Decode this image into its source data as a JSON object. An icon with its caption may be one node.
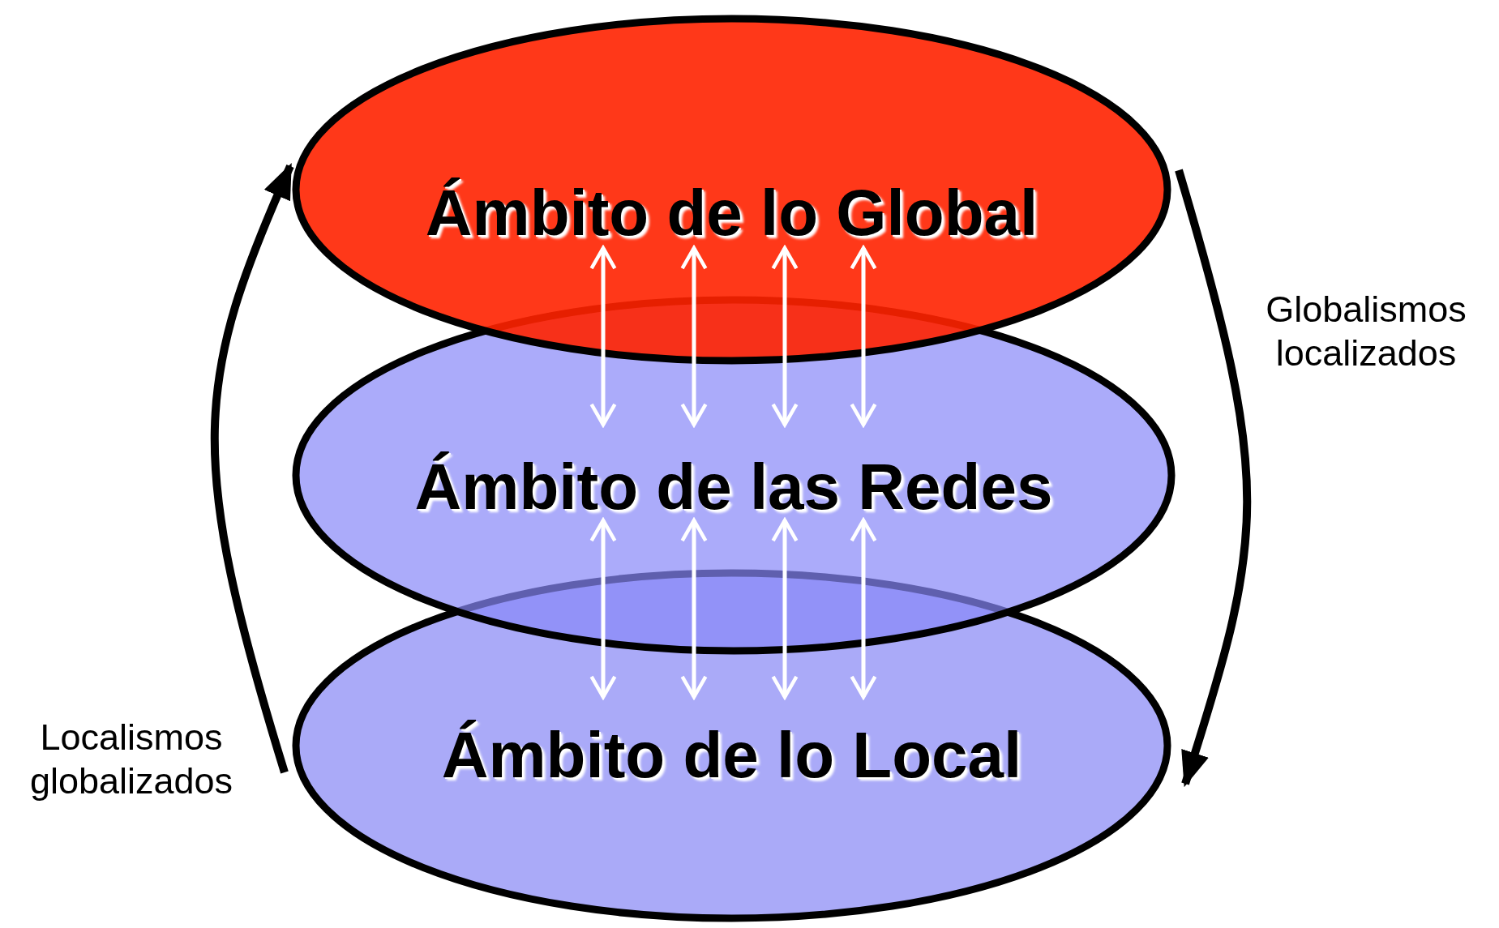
{
  "diagram": {
    "nodes": [
      {
        "text": [
          "Ámbito de lo Global"
        ]
      },
      {
        "text": [
          "Ámbito de las Redes"
        ]
      },
      {
        "text": [
          "Ámbito de lo Local"
        ]
      }
    ],
    "edges": [
      {
        "from": 2,
        "to": 0,
        "arrow": "to",
        "label": "Localismos globalizados",
        "style": "thick",
        "color": "#000000"
      },
      {
        "from": 0,
        "to": 2,
        "arrow": "to",
        "label": "Globalismos localizados",
        "style": "thick",
        "color": "#000000"
      },
      {
        "from": 0,
        "to": 1,
        "arrow": "both"
      },
      {
        "from": 0,
        "to": 1,
        "arrow": "both"
      },
      {
        "from": 0,
        "to": 1,
        "arrow": "both"
      },
      {
        "from": 0,
        "to": 1,
        "arrow": "both"
      },
      {
        "from": 1,
        "to": 2,
        "arrow": "both"
      },
      {
        "from": 1,
        "to": 2,
        "arrow": "both"
      },
      {
        "from": 1,
        "to": 2,
        "arrow": "both"
      },
      {
        "from": 1,
        "to": 2,
        "arrow": "both"
      }
    ]
  }
}
